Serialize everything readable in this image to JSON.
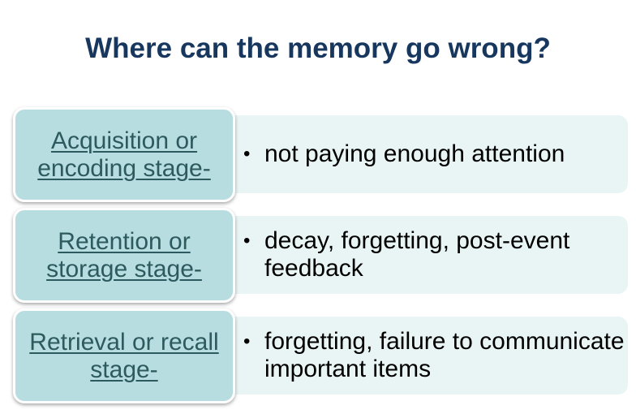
{
  "title": "Where can the memory go wrong?",
  "stages": [
    {
      "label": "Acquisition or encoding stage-",
      "detail": "not paying enough attention"
    },
    {
      "label": "Retention or storage stage-",
      "detail": "decay, forgetting, post-event feedback"
    },
    {
      "label": "Retrieval or recall stage-",
      "detail": "forgetting, failure to communicate important items"
    }
  ],
  "colors": {
    "title": "#17375e",
    "stage_fill": "#b7dde0",
    "stage_text": "#2d5a5e",
    "detail_fill": "#e9f4f4"
  },
  "icons": {
    "bullet": "•"
  }
}
